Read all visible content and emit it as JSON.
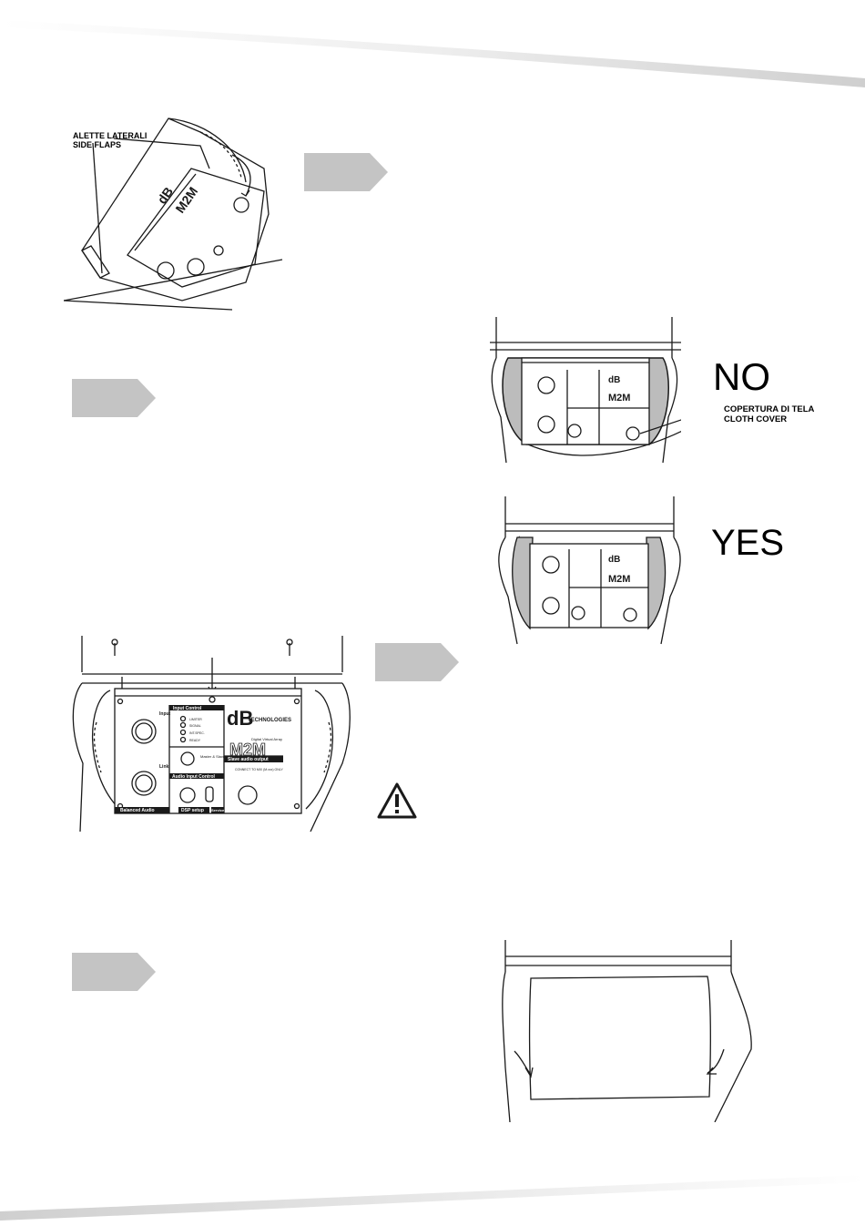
{
  "fig1": {
    "flaps_it": "ALETTE LATERALI",
    "flaps_en": "SIDE FLAPS"
  },
  "fig2": {
    "verdict": "NO",
    "cover_it": "COPERTURA DI TELA",
    "cover_en": "CLOTH COVER"
  },
  "fig3": {
    "verdict": "YES"
  },
  "panel": {
    "brand": "dB",
    "brand_sub": "TECHNOLOGIES",
    "series": "Digital Virtual Array",
    "model": "M2M",
    "input_control": "Input Control",
    "input": "Input",
    "link": "Link",
    "leds": [
      "LIMITER",
      "SIGNAL",
      "INT.SPEC.",
      "READY"
    ],
    "audio_input_control": "Audio Input Control",
    "master_slave": "Master & Slave assembly",
    "slave_out": "Slave audio output",
    "warn1": "CONNECT TO MIX (M.xxx) ONLY",
    "balanced": "Balanced Audio",
    "dsp": "DSP setup",
    "service": "Service"
  },
  "colors": {
    "arrow_fill": "#c4c4c4",
    "line": "#1a1a1a",
    "page_band": "#d9d9d9"
  }
}
